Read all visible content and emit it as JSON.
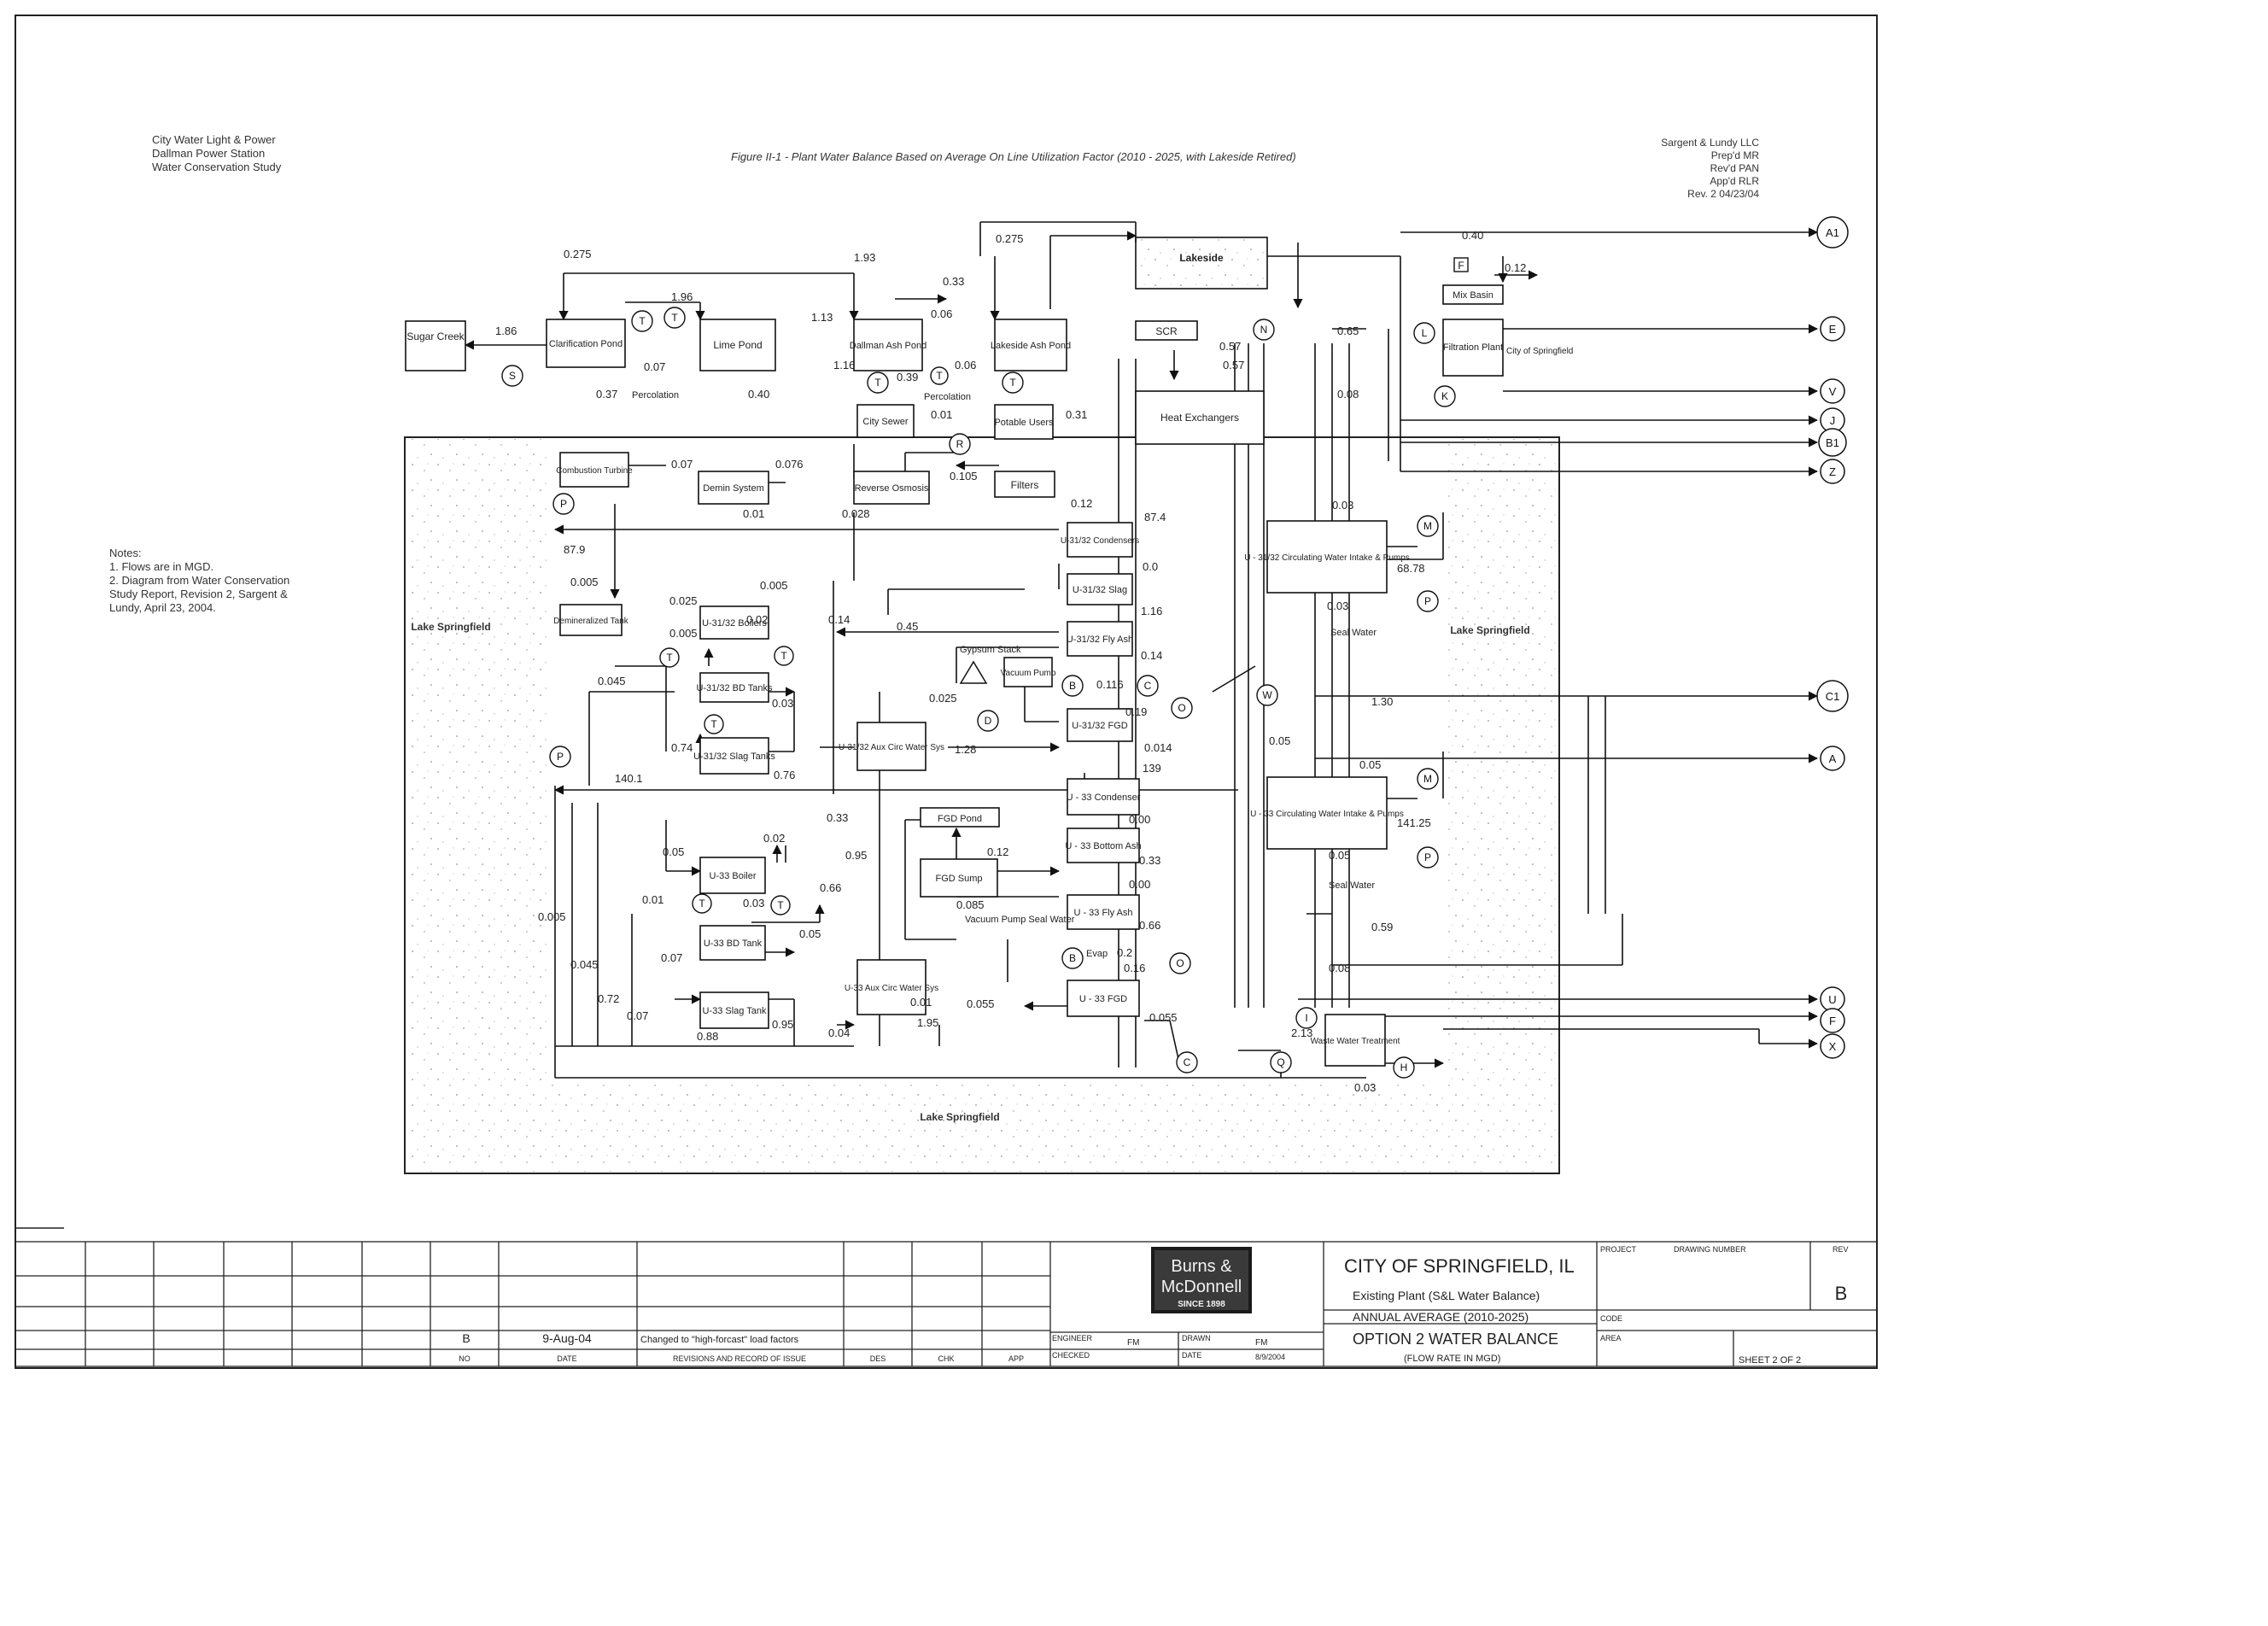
{
  "header_left": [
    "City Water Light & Power",
    "Dallman Power Station",
    "Water Conservation Study"
  ],
  "figure_title": "Figure II-1 - Plant Water Balance Based on Average On Line Utilization Factor (2010 - 2025, with Lakeside Retired)",
  "header_right": [
    "Sargent & Lundy LLC",
    "Prep'd MR",
    "Rev'd PAN",
    "App'd RLR",
    "Rev. 2 04/23/04"
  ],
  "notes": {
    "title": "Notes:",
    "lines": [
      "1. Flows are in MGD.",
      "2. Diagram from Water Conservation",
      "Study Report, Revision 2, Sargent &",
      "Lundy, April 23, 2004."
    ]
  },
  "lake_labels": {
    "left": "Lake Springfield",
    "right": "Lake Springfield",
    "bottom": "Lake Springfield"
  },
  "boxes": [
    {
      "id": "sugar-creek",
      "label": "Sugar Creek"
    },
    {
      "id": "clarification-pond",
      "label": "Clarification Pond"
    },
    {
      "id": "lime-pond",
      "label": "Lime Pond"
    },
    {
      "id": "dallman-ash-pond",
      "label": "Dallman Ash Pond"
    },
    {
      "id": "lakeside-ash-pond",
      "label": "Lakeside Ash Pond"
    },
    {
      "id": "lakeside",
      "label": "Lakeside"
    },
    {
      "id": "scr",
      "label": "SCR"
    },
    {
      "id": "heat-exchangers",
      "label": "Heat Exchangers"
    },
    {
      "id": "mix-basin",
      "label": "Mix Basin"
    },
    {
      "id": "filtration-plant",
      "label": "Filtration Plant"
    },
    {
      "id": "city-sewer",
      "label": "City Sewer"
    },
    {
      "id": "potable-users",
      "label": "Potable Users"
    },
    {
      "id": "combustion-turbine",
      "label": "Combustion Turbine"
    },
    {
      "id": "demin-system",
      "label": "Demin System"
    },
    {
      "id": "reverse-osmosis",
      "label": "Reverse Osmosis"
    },
    {
      "id": "filters",
      "label": "Filters"
    },
    {
      "id": "u3132-condensers",
      "label": "U-31/32 Condensers"
    },
    {
      "id": "u3132-circ-water",
      "label": "U - 31/32 Circulating Water Intake & Pumps"
    },
    {
      "id": "u3132-slag",
      "label": "U-31/32 Slag"
    },
    {
      "id": "u3132-fly-ash",
      "label": "U-31/32 Fly Ash"
    },
    {
      "id": "u3132-fgd",
      "label": "U-31/32 FGD"
    },
    {
      "id": "vacuum-pump",
      "label": "Vacuum Pump"
    },
    {
      "id": "u3132-aux-circ",
      "label": "U-31/32 Aux Circ Water Sys"
    },
    {
      "id": "demin-storage-tank",
      "label": "Demineralized Tank"
    },
    {
      "id": "u3132-boilers",
      "label": "U-31/32 Boilers"
    },
    {
      "id": "u3132-bd-tanks",
      "label": "U-31/32 BD Tanks"
    },
    {
      "id": "u3132-slag-tanks",
      "label": "U-31/32 Slag Tanks"
    },
    {
      "id": "u33-condenser",
      "label": "U - 33 Condenser"
    },
    {
      "id": "u33-circ-water",
      "label": "U - 33 Circulating Water Intake & Pumps"
    },
    {
      "id": "u33-bottom-ash",
      "label": "U - 33 Bottom Ash"
    },
    {
      "id": "u33-fly-ash",
      "label": "U - 33 Fly Ash"
    },
    {
      "id": "u33-fgd",
      "label": "U - 33 FGD"
    },
    {
      "id": "fgd-pond",
      "label": "FGD Pond"
    },
    {
      "id": "fgd-sump",
      "label": "FGD Sump"
    },
    {
      "id": "u33-boiler",
      "label": "U-33 Boiler"
    },
    {
      "id": "u33-bd-tank",
      "label": "U-33 BD Tank"
    },
    {
      "id": "u33-slag-tank",
      "label": "U-33 Slag Tank"
    },
    {
      "id": "u33-aux-circ",
      "label": "U-33 Aux Circ Water Sys"
    },
    {
      "id": "waste-water-treatment",
      "label": "Waste Water Treatment"
    }
  ],
  "flow_labels": [
    {
      "id": "f-sugar",
      "text": "1.86"
    },
    {
      "id": "f-clar-top",
      "text": "0.275"
    },
    {
      "id": "f-clar-lime",
      "text": "1.96"
    },
    {
      "id": "f-perc1-a",
      "text": "0.07"
    },
    {
      "id": "f-perc1-b",
      "text": "0.37"
    },
    {
      "id": "f-percolation1",
      "text": "Percolation"
    },
    {
      "id": "f-lime-040",
      "text": "0.40"
    },
    {
      "id": "f-top-193",
      "text": "1.93"
    },
    {
      "id": "f-033",
      "text": "0.33"
    },
    {
      "id": "f-113",
      "text": "1.13"
    },
    {
      "id": "f-116",
      "text": "1.16"
    },
    {
      "id": "f-006a",
      "text": "0.06"
    },
    {
      "id": "f-006b",
      "text": "0.06"
    },
    {
      "id": "f-039",
      "text": "0.39"
    },
    {
      "id": "f-percolation2",
      "text": "Percolation"
    },
    {
      "id": "f-lake-0275",
      "text": "0.275"
    },
    {
      "id": "f-001",
      "text": "0.01"
    },
    {
      "id": "f-031",
      "text": "0.31"
    },
    {
      "id": "f-057",
      "text": "0.57"
    },
    {
      "id": "f-057b",
      "text": "0.57"
    },
    {
      "id": "f-065",
      "text": "0.65"
    },
    {
      "id": "f-008",
      "text": "0.08"
    },
    {
      "id": "f-040",
      "text": "0.40"
    },
    {
      "id": "f-012",
      "text": "0.12"
    },
    {
      "id": "f-city",
      "text": "City of Springfield"
    },
    {
      "id": "f-demin-007",
      "text": "0.07"
    },
    {
      "id": "f-demin-001",
      "text": "0.01"
    },
    {
      "id": "f-0076",
      "text": "0.076"
    },
    {
      "id": "f-0105",
      "text": "0.105"
    },
    {
      "id": "f-0028",
      "text": "0.028"
    },
    {
      "id": "f-012b",
      "text": "0.12"
    },
    {
      "id": "f-879",
      "text": "87.9"
    },
    {
      "id": "f-874",
      "text": "87.4"
    },
    {
      "id": "f-0005",
      "text": "0.005"
    },
    {
      "id": "f-0025",
      "text": "0.025"
    },
    {
      "id": "f-0005b",
      "text": "0.005"
    },
    {
      "id": "f-0005c",
      "text": "0.005"
    },
    {
      "id": "f-002",
      "text": "0.02"
    },
    {
      "id": "f-014",
      "text": "0.14"
    },
    {
      "id": "f-045",
      "text": "0.45"
    },
    {
      "id": "f-116b",
      "text": "1.16"
    },
    {
      "id": "f-00",
      "text": "0.0"
    },
    {
      "id": "f-014b",
      "text": "0.14"
    },
    {
      "id": "f-gypsum",
      "text": "Gypsum Stack"
    },
    {
      "id": "f-0045",
      "text": "0.045"
    },
    {
      "id": "f-0025b",
      "text": "0.025"
    },
    {
      "id": "f-0116",
      "text": "0.116"
    },
    {
      "id": "f-019",
      "text": "0.19"
    },
    {
      "id": "f-0014",
      "text": "0.014"
    },
    {
      "id": "f-003",
      "text": "0.03"
    },
    {
      "id": "f-074",
      "text": "0.74"
    },
    {
      "id": "f-076",
      "text": "0.76"
    },
    {
      "id": "f-128",
      "text": "1.28"
    },
    {
      "id": "f-1401",
      "text": "140.1"
    },
    {
      "id": "f-6878",
      "text": "68.78"
    },
    {
      "id": "f-003b",
      "text": "0.03"
    },
    {
      "id": "f-003c",
      "text": "0.03"
    },
    {
      "id": "f-seal1",
      "text": "Seal Water"
    },
    {
      "id": "f-130",
      "text": "1.30"
    },
    {
      "id": "f-005",
      "text": "0.05"
    },
    {
      "id": "f-005b",
      "text": "0.05"
    },
    {
      "id": "f-139",
      "text": "139"
    },
    {
      "id": "f-14125",
      "text": "141.25"
    },
    {
      "id": "f-005c",
      "text": "0.05"
    },
    {
      "id": "f-seal2",
      "text": "Seal Water"
    },
    {
      "id": "f-059",
      "text": "0.59"
    },
    {
      "id": "f-008b",
      "text": "0.08"
    },
    {
      "id": "f-033b",
      "text": "0.33"
    },
    {
      "id": "f-095",
      "text": "0.95"
    },
    {
      "id": "f-066",
      "text": "0.66"
    },
    {
      "id": "f-000",
      "text": "0.00"
    },
    {
      "id": "f-033c",
      "text": "0.33"
    },
    {
      "id": "f-000b",
      "text": "0.00"
    },
    {
      "id": "f-066b",
      "text": "0.66"
    },
    {
      "id": "f-012c",
      "text": "0.12"
    },
    {
      "id": "f-0085",
      "text": "0.085"
    },
    {
      "id": "f-vacpump",
      "text": "Vacuum Pump Seal Water"
    },
    {
      "id": "f-0055",
      "text": "0.055"
    },
    {
      "id": "f-0055b",
      "text": "0.055"
    },
    {
      "id": "f-evap",
      "text": "Evap"
    },
    {
      "id": "f-02",
      "text": "0.2"
    },
    {
      "id": "f-016",
      "text": "0.16"
    },
    {
      "id": "f-005d",
      "text": "0.05"
    },
    {
      "id": "f-002b",
      "text": "0.02"
    },
    {
      "id": "f-001b",
      "text": "0.01"
    },
    {
      "id": "f-003d",
      "text": "0.03"
    },
    {
      "id": "f-005e",
      "text": "0.05"
    },
    {
      "id": "f-0005d",
      "text": "0.005"
    },
    {
      "id": "f-0045b",
      "text": "0.045"
    },
    {
      "id": "f-007b",
      "text": "0.07"
    },
    {
      "id": "f-072",
      "text": "0.72"
    },
    {
      "id": "f-007c",
      "text": "0.07"
    },
    {
      "id": "f-088",
      "text": "0.88"
    },
    {
      "id": "f-095b",
      "text": "0.95"
    },
    {
      "id": "f-004",
      "text": "0.04"
    },
    {
      "id": "f-001c",
      "text": "0.01"
    },
    {
      "id": "f-195",
      "text": "1.95"
    },
    {
      "id": "f-213",
      "text": "2.13"
    },
    {
      "id": "f-003e",
      "text": "0.03"
    }
  ],
  "connectors": [
    "A1",
    "E",
    "V",
    "J",
    "B1",
    "Z",
    "C1",
    "A",
    "U",
    "F",
    "X"
  ],
  "node_markers": [
    "S",
    "T",
    "T",
    "T",
    "T",
    "T",
    "R",
    "F",
    "L",
    "K",
    "N",
    "M",
    "P",
    "P",
    "W",
    "B",
    "C",
    "D",
    "O",
    "P",
    "M",
    "P",
    "B",
    "O",
    "C",
    "I",
    "H",
    "Q",
    "T",
    "T",
    "T",
    "T",
    "T"
  ],
  "title_block": {
    "rev_letter": "B",
    "rev_date": "9-Aug-04",
    "rev_desc": "Changed to \"high-forcast\" load factors",
    "col_headers": [
      "NO",
      "DATE",
      "REVISIONS AND RECORD OF ISSUE",
      "DES",
      "CHK",
      "APP"
    ],
    "engineer_label": "ENGINEER",
    "engineer": "FM",
    "checked_label": "CHECKED",
    "drawn_label": "DRAWN",
    "drawn": "FM",
    "date_label": "DATE",
    "date": "8/9/2004",
    "logo_line1": "Burns &",
    "logo_line2": "McDonnell",
    "logo_since": "SINCE 1898",
    "client": "CITY OF SPRINGFIELD, IL",
    "project_desc": "Existing Plant (S&L Water Balance)",
    "sub1": "ANNUAL AVERAGE (2010-2025)",
    "sub2": "OPTION 2 WATER BALANCE",
    "sub3": "(FLOW RATE IN MGD)",
    "project_label": "PROJECT",
    "drawing_number_label": "DRAWING NUMBER",
    "rev_label": "REV",
    "rev_value": "B",
    "code_label": "CODE",
    "area_label": "AREA",
    "sheet": "SHEET 2 OF 2"
  }
}
